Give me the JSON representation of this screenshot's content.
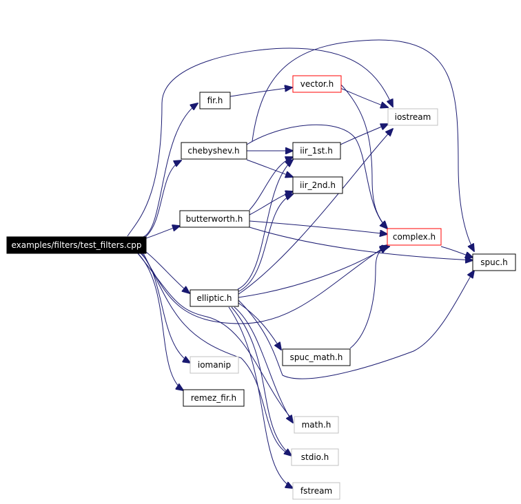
{
  "colors": {
    "edge": "#191970",
    "root_fill": "#000000",
    "root_text": "#ffffff",
    "node_border": "#000000",
    "missing_border": "#c0c0c0",
    "incomplete_border": "#ff0000",
    "node_fill": "#ffffff",
    "node_text": "#000000"
  },
  "nodes": {
    "root": "examples/filters/test_filters.cpp",
    "fir": "fir.h",
    "vector": "vector.h",
    "iostream": "iostream",
    "chebyshev": "chebyshev.h",
    "iir_1st": "iir_1st.h",
    "iir_2nd": "iir_2nd.h",
    "butterworth": "butterworth.h",
    "complex": "complex.h",
    "spuc": "spuc.h",
    "elliptic": "elliptic.h",
    "spuc_math": "spuc_math.h",
    "iomanip": "iomanip",
    "remez_fir": "remez_fir.h",
    "math": "math.h",
    "stdio": "stdio.h",
    "fstream": "fstream"
  }
}
